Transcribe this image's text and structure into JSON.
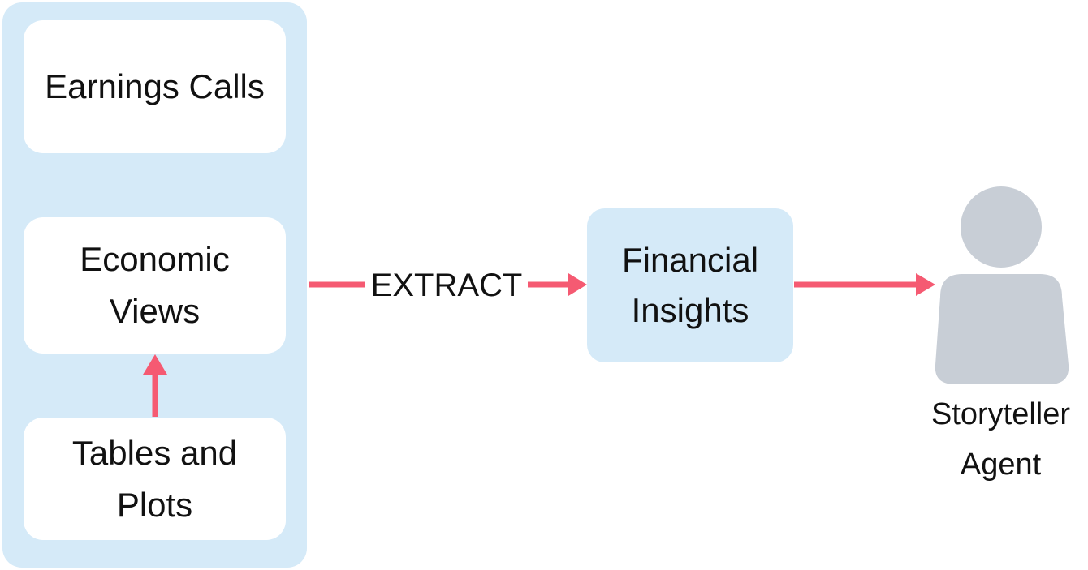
{
  "sources": {
    "earnings_calls": "Earnings Calls",
    "economic_views_line1": "Economic",
    "economic_views_line2": "Views",
    "tables_plots_line1": "Tables and",
    "tables_plots_line2": "Plots"
  },
  "flow": {
    "extract_label": "EXTRACT"
  },
  "insights": {
    "line1": "Financial",
    "line2": "Insights"
  },
  "agent": {
    "icon": "person-icon",
    "line1": "Storyteller",
    "line2": "Agent"
  },
  "colors": {
    "panel": "#d5eaf8",
    "arrow": "#f55a72",
    "avatar": "#c8ced6"
  }
}
